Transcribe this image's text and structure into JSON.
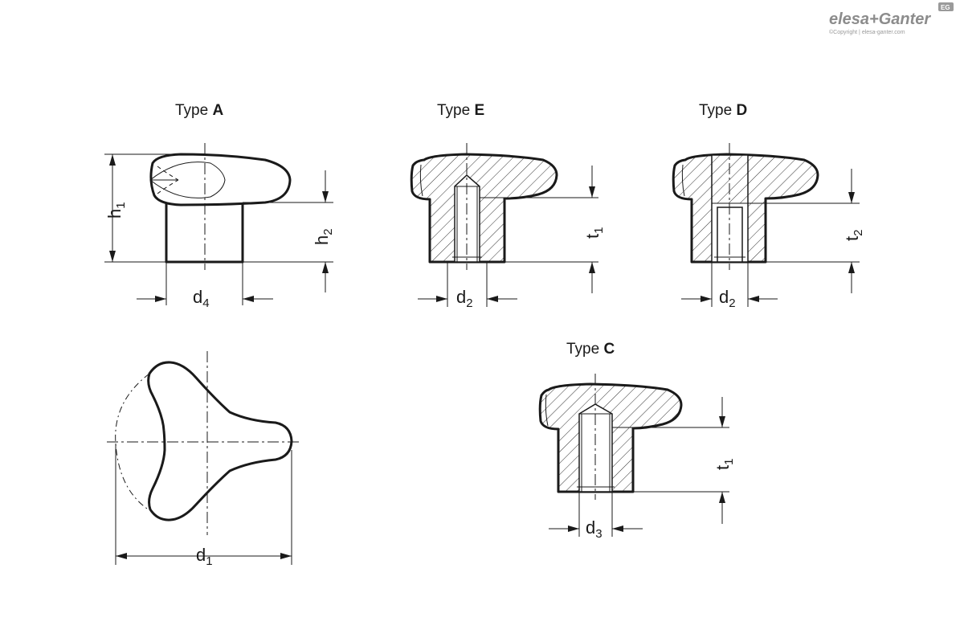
{
  "logo": {
    "brand": "elesa+Ganter",
    "badge": "EG",
    "copyright": "©Copyright | elesa-ganter.com"
  },
  "views": {
    "type_a": {
      "prefix": "Type ",
      "letter": "A"
    },
    "type_e": {
      "prefix": "Type ",
      "letter": "E"
    },
    "type_d": {
      "prefix": "Type ",
      "letter": "D"
    },
    "type_c": {
      "prefix": "Type ",
      "letter": "C"
    }
  },
  "dimensions": {
    "h1": {
      "base": "h",
      "sub": "1"
    },
    "h2": {
      "base": "h",
      "sub": "2"
    },
    "d4": {
      "base": "d",
      "sub": "4"
    },
    "d2_e": {
      "base": "d",
      "sub": "2"
    },
    "t1_e": {
      "base": "t",
      "sub": "1"
    },
    "d2_d": {
      "base": "d",
      "sub": "2"
    },
    "t2_d": {
      "base": "t",
      "sub": "2"
    },
    "d3": {
      "base": "d",
      "sub": "3"
    },
    "t1_c": {
      "base": "t",
      "sub": "1"
    },
    "d1": {
      "base": "d",
      "sub": "1"
    }
  }
}
